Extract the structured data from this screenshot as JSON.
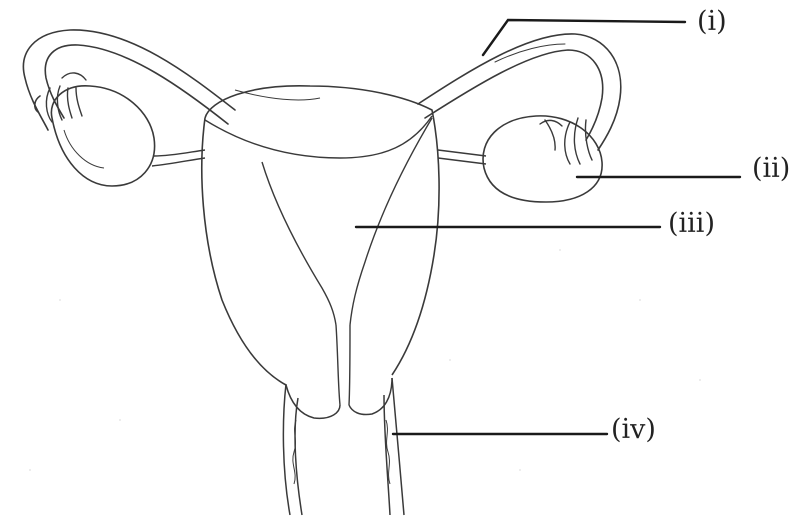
{
  "diagram": {
    "labels": {
      "i": "(i)",
      "ii": "(ii)",
      "iii": "(iii)",
      "iv": "(iv)"
    },
    "colors": {
      "ink": "#3a3a3a",
      "pointer": "#1a1a1a",
      "background": "#ffffff"
    }
  }
}
